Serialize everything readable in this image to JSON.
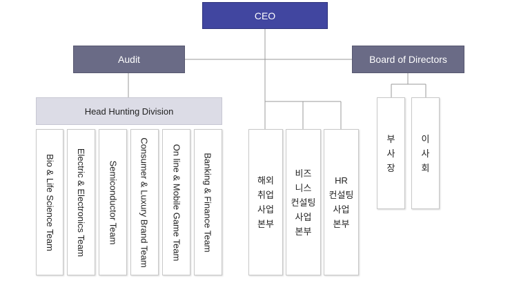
{
  "nodes": {
    "ceo": "CEO",
    "audit": "Audit",
    "board": "Board of Directors",
    "head_hunting": "Head Hunting Division"
  },
  "hh_teams": [
    "Bio & Life Science Team",
    "Electric & Electronics Team",
    "Semiconductor Team",
    "Consumer & Luxury Brand Team",
    "On line & Mobile Game Team",
    "Banking & Finance Team"
  ],
  "hq": [
    "해외\n취업\n사업\n본부",
    "비즈\n니스\n컨설팅\n사업\n본부",
    "HR\n컨설팅\n사업\n본부"
  ],
  "board_members": [
    "부\n사\n장",
    "이\n사\n회"
  ],
  "colors": {
    "ceo": "#4146a0",
    "mid": "#6a6b86",
    "division": "#dcdce6",
    "line": "#999999"
  }
}
